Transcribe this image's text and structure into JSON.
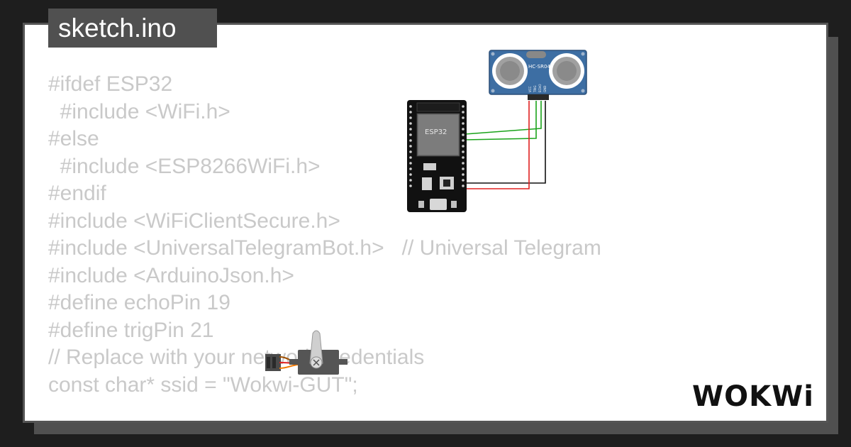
{
  "file_tab": {
    "label": "sketch.ino"
  },
  "code_lines": [
    "#ifdef ESP32",
    "  #include <WiFi.h>",
    "#else",
    "  #include <ESP8266WiFi.h>",
    "#endif",
    "#include <WiFiClientSecure.h>",
    "#include <UniversalTelegramBot.h>   // Universal Telegram",
    "#include <ArduinoJson.h>",
    "#define echoPin 19",
    "#define trigPin 21",
    "// Replace with your network credentials",
    "const char* ssid = \"Wokwi-GUT\";"
  ],
  "components": {
    "esp32_label": "ESP32",
    "sensor_label": "HC-SR04",
    "sensor_pins": [
      "VCC",
      "TRIG",
      "ECHO",
      "GND"
    ]
  },
  "logo": {
    "text": "WOKWi"
  },
  "colors": {
    "background": "#1e1e1e",
    "card": "#ffffff",
    "tab": "#505050",
    "code_text": "#c9c9c9",
    "wire_green": "#1aa31a",
    "wire_red": "#e02020",
    "wire_black": "#111111",
    "sensor_board": "#3d6ea3",
    "servo_arm": "#f07800"
  }
}
